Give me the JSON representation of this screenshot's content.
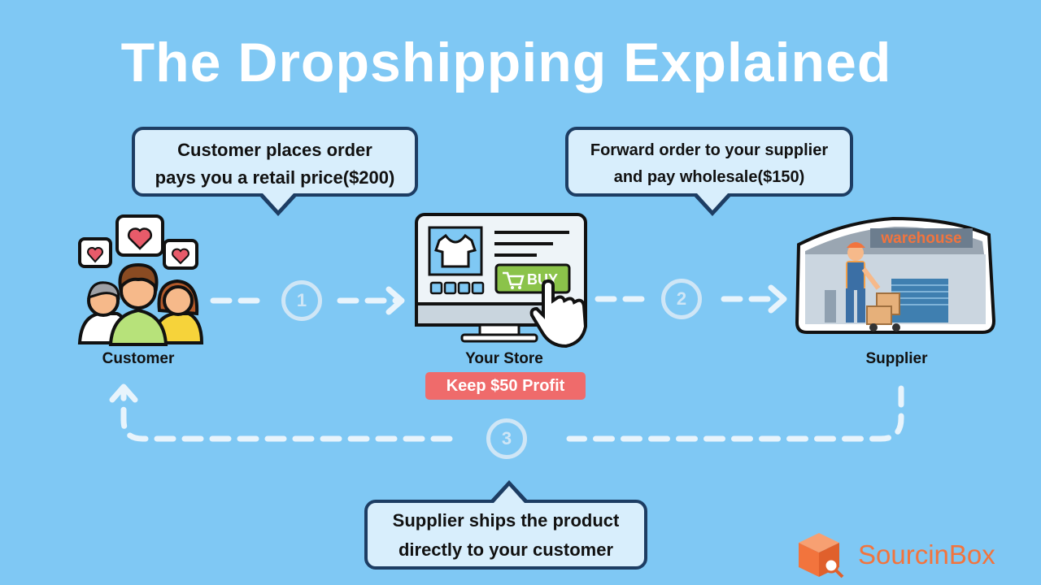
{
  "title": "The Dropshipping Explained",
  "bubbles": {
    "customer_order": [
      "Customer places order",
      "pays you a retail price($200)"
    ],
    "forward_order": [
      "Forward order to your supplier",
      "and pay wholesale($150)"
    ],
    "supplier_ships": [
      "Supplier ships the product",
      "directly to your customer"
    ]
  },
  "nodes": {
    "customer": "Customer",
    "store": "Your Store",
    "supplier": "Supplier"
  },
  "profit_badge": "Keep $50 Profit",
  "steps": [
    "1",
    "2",
    "3"
  ],
  "store_icon": {
    "buy_label": "BUY"
  },
  "warehouse_sign": "warehouse",
  "brand": "SourcinBox",
  "colors": {
    "background": "#7fc8f4",
    "bubble_fill": "#d8eefc",
    "bubble_border": "#1d3d63",
    "profit_badge": "#ef6b6b",
    "buy_button": "#8bc34a",
    "brand_orange": "#f2743d",
    "dashed_arrows": "#e8f4fc"
  },
  "icons": [
    "heart-bubble-icon",
    "customers-group-icon",
    "monitor-store-icon",
    "t-shirt-icon",
    "cart-icon",
    "pointer-hand-icon",
    "warehouse-icon",
    "delivery-worker-icon",
    "sourcinbox-logo-icon"
  ]
}
